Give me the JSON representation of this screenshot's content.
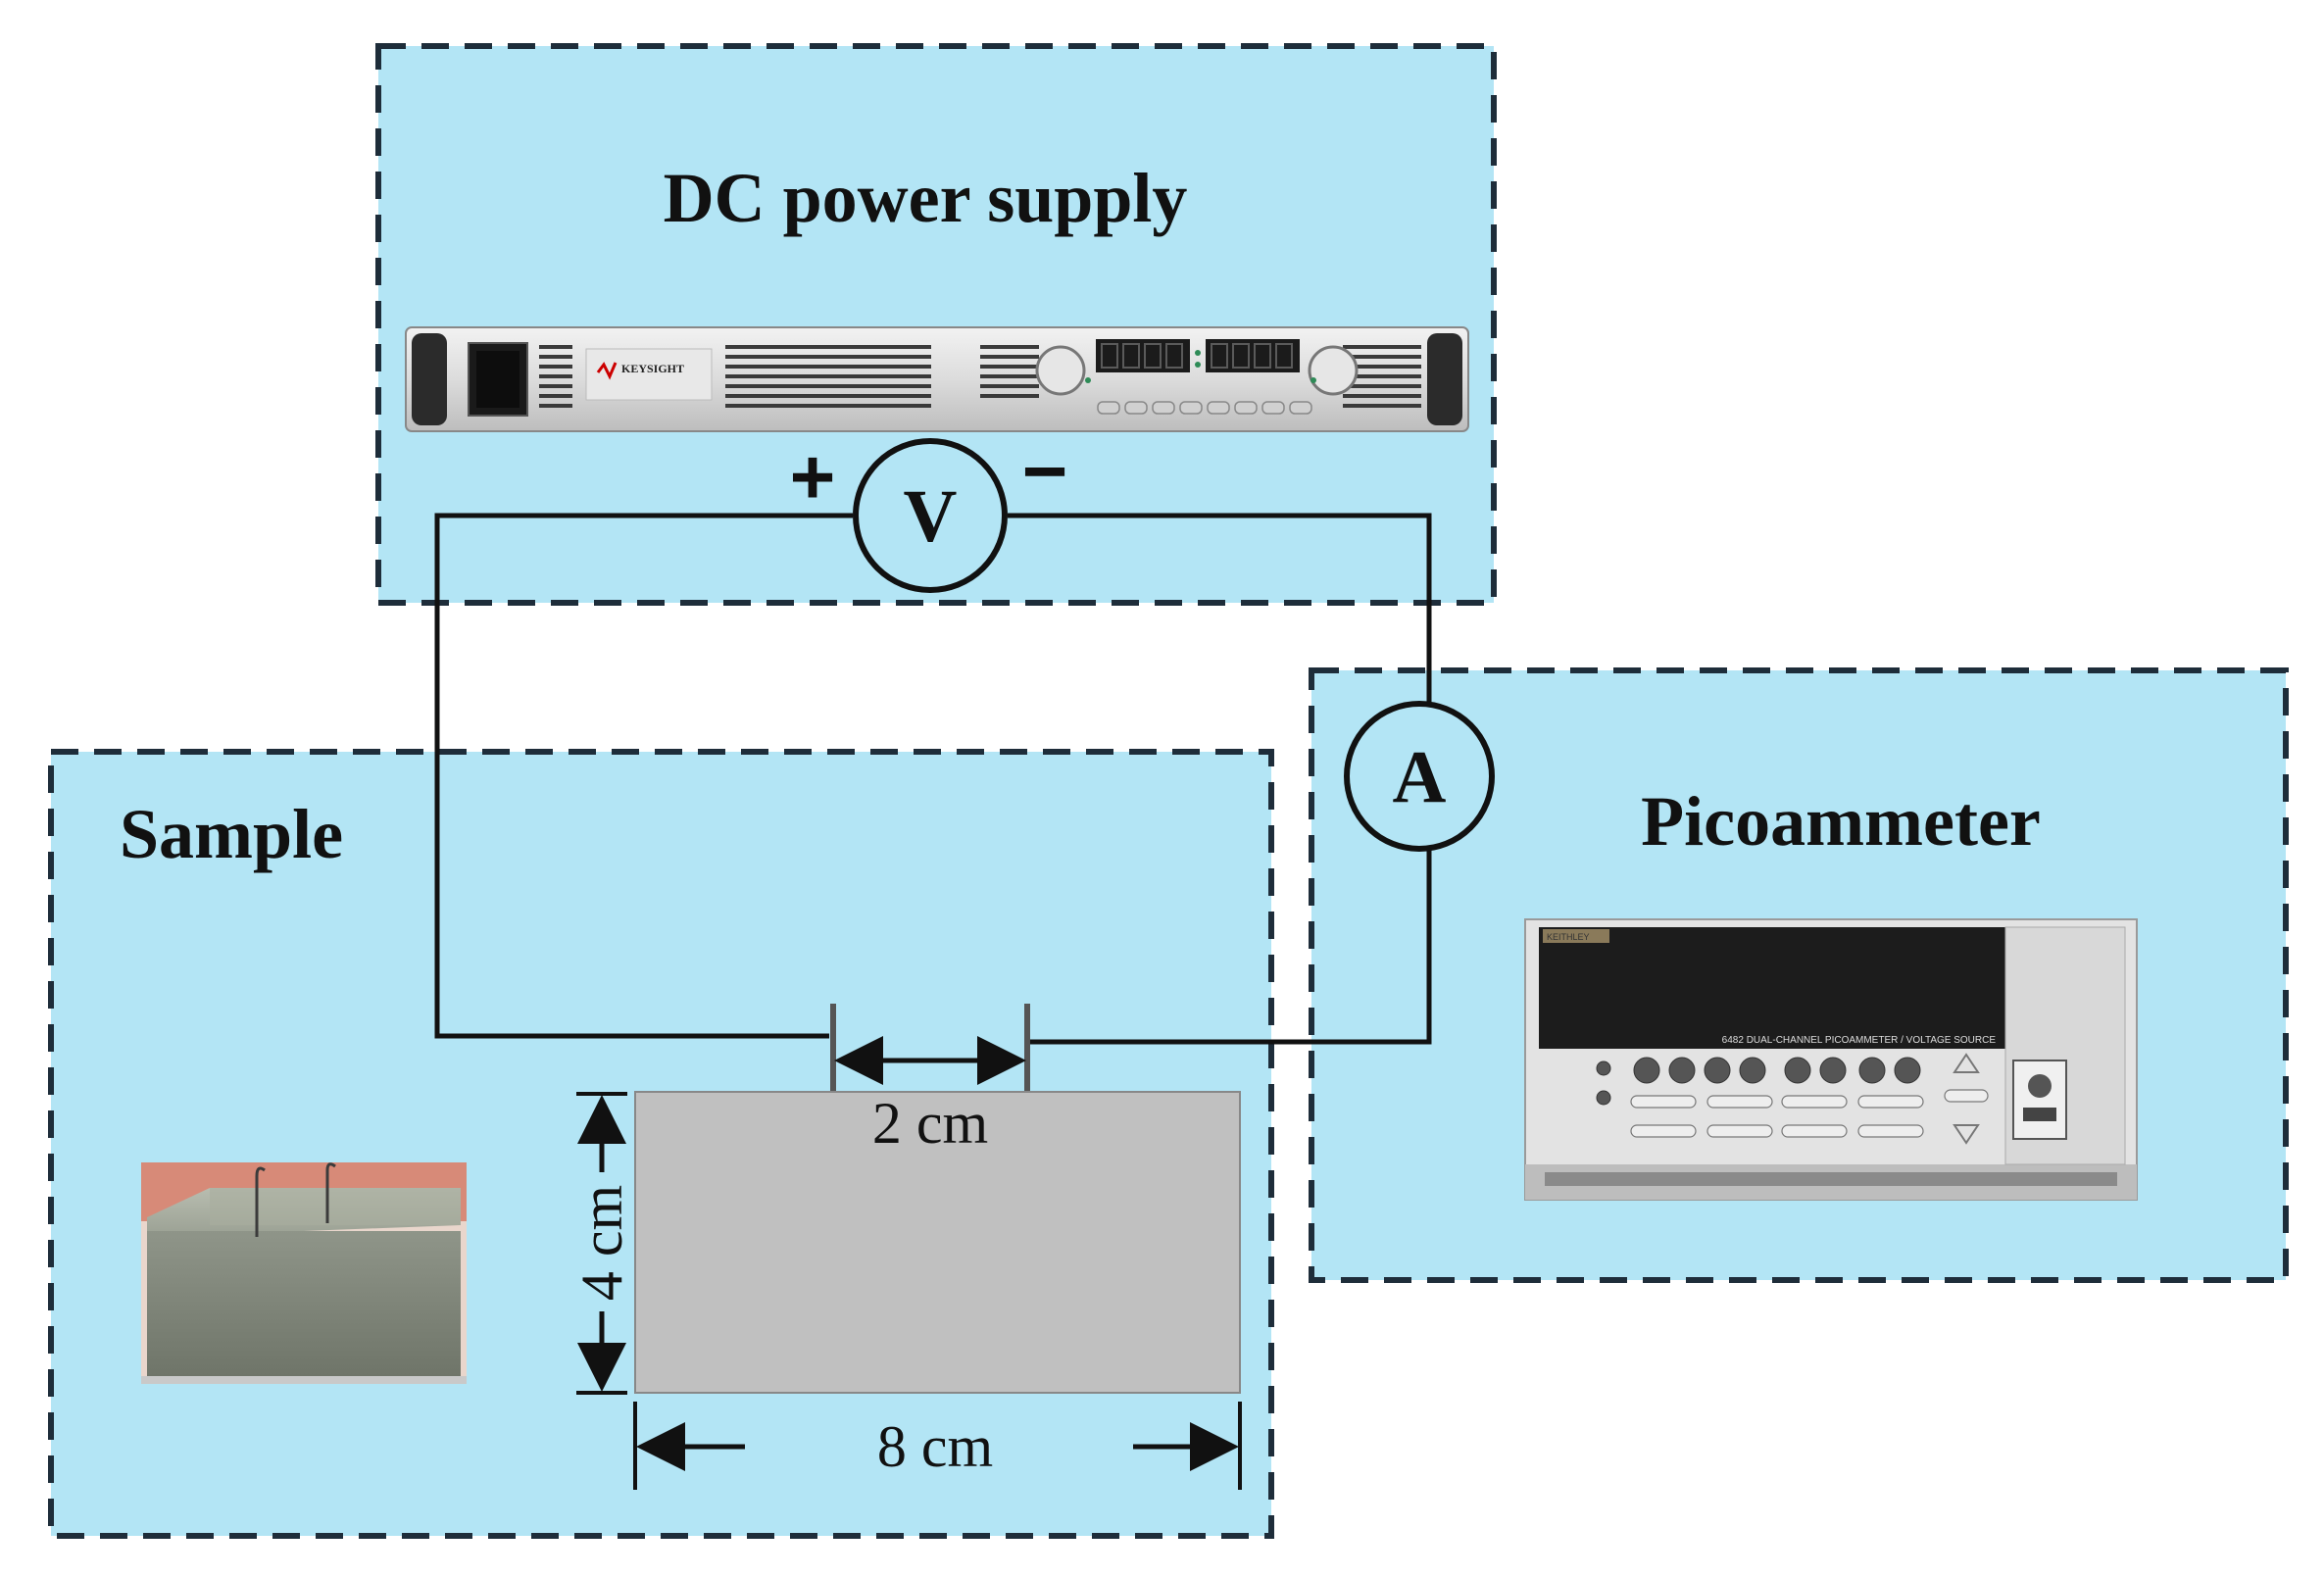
{
  "boxes": {
    "power_supply": {
      "title": "DC power supply"
    },
    "sample": {
      "title": "Sample"
    },
    "picoammeter": {
      "title": "Picoammeter"
    }
  },
  "meters": {
    "voltmeter": "V",
    "ammeter": "A",
    "plus": "+",
    "minus": "−"
  },
  "dimensions": {
    "electrode_spacing": "2 cm",
    "height": "4 cm",
    "length": "8 cm"
  },
  "devices": {
    "power_supply_brand": "KEYSIGHT",
    "picoammeter_brand": "KEITHLEY",
    "picoammeter_model": "6482 DUAL-CHANNEL PICOAMMETER / VOLTAGE SOURCE"
  },
  "colors": {
    "box_fill": "#b3e5f5",
    "box_border": "#1e2d3a",
    "wire": "#111111",
    "sample_block": "#c0c0c0"
  }
}
